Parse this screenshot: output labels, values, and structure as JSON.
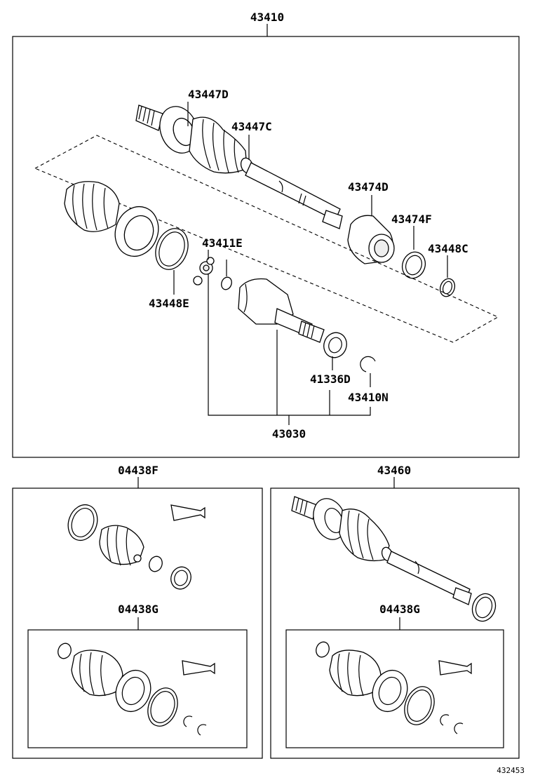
{
  "labels": {
    "main_assembly": "43410",
    "outer_boot": "43447D",
    "outer_clamp": "43447C",
    "damper": "43474D",
    "damper_clamp": "43474F",
    "small_clamp": "43448C",
    "tripod": "43411E",
    "inner_boot_clamp": "43448E",
    "seal": "41336D",
    "snap_ring": "43410N",
    "inner_joint": "43030",
    "kit_outer": "04438F",
    "kit_inner_left": "04438G",
    "outer_joint": "43460",
    "kit_inner_right": "04438G",
    "figure_id": "432453"
  }
}
